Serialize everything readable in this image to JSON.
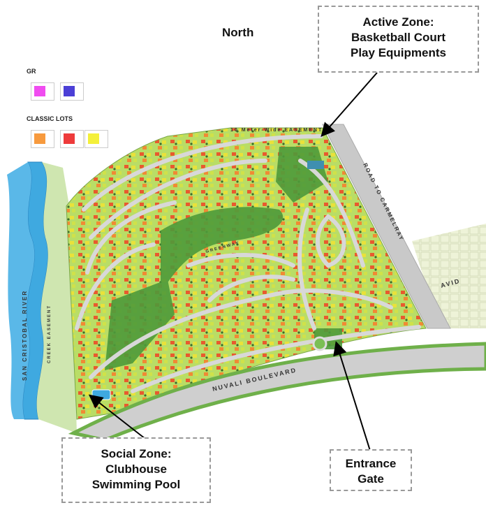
{
  "compass_label": "North",
  "callouts": {
    "active_zone": [
      "Active Zone:",
      "Basketball Court",
      "Play Equipments"
    ],
    "social_zone": [
      "Social Zone:",
      "Clubhouse",
      "Swimming Pool"
    ],
    "entrance": [
      "Entrance",
      "Gate"
    ]
  },
  "legend": {
    "gr_title": "GR",
    "classic_title": "CLASSIC LOTS",
    "gr_colors": [
      "#f04cf0",
      "#4b3fd6"
    ],
    "classic_colors": [
      "#f79a3e",
      "#ee3b3b",
      "#f4f03a"
    ]
  },
  "map_labels": {
    "easement": "10 Meter-Wide EASEMENT",
    "road": "ROAD TO CARMELRAY",
    "boulevard": "NUVALI BOULEVARD",
    "river": "SAN CRISTOBAL RIVER",
    "creek": "CREEK EASEMENT",
    "greenway": "GREENWAY",
    "neighbor": "AVID"
  },
  "colors": {
    "river": "#3fa9e0",
    "park": "#4e9a3a",
    "lot_base": "#b8dc6a",
    "road": "#c9c9c9"
  }
}
